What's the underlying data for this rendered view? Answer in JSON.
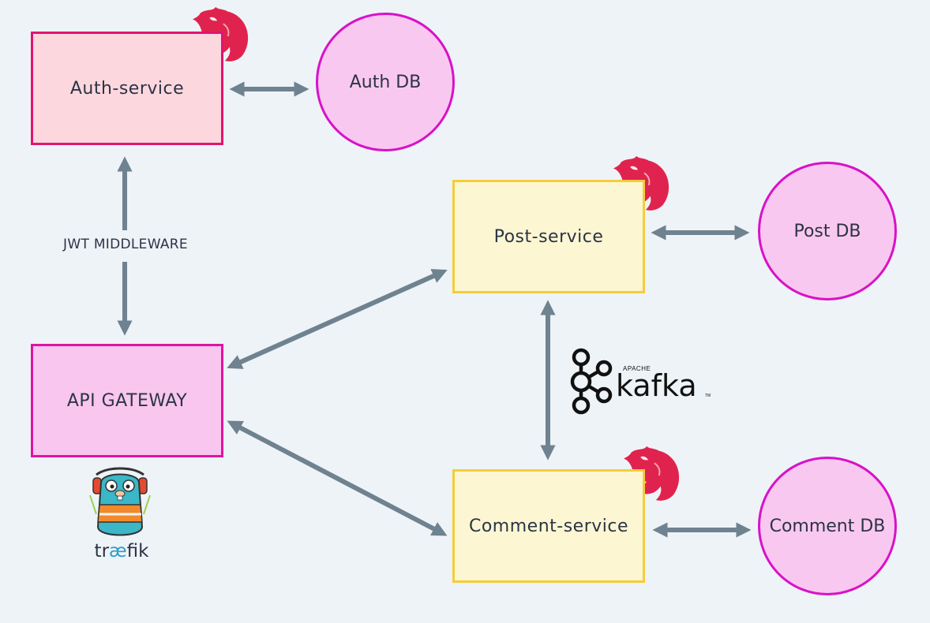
{
  "nodes": {
    "auth_service": "Auth-service",
    "api_gateway": "API GATEWAY",
    "post_service": "Post-service",
    "comment_service": "Comment-service",
    "auth_db": "Auth DB",
    "post_db": "Post DB",
    "comment_db": "Comment DB"
  },
  "edge_labels": {
    "jwt_middleware": "JWT MIDDLEWARE"
  },
  "logos": {
    "kafka_small": "APACHE",
    "kafka_word": "kafka",
    "kafka_tm": "TM",
    "traefik_pre": "tr",
    "traefik_ae": "æ",
    "traefik_post": "fik",
    "nestjs_icon": "nestjs-logo-icon",
    "gopher_icon": "traefik-gopher-icon"
  },
  "colors": {
    "background": "#eef3f7",
    "arrow": "#6f8290",
    "nest_red": "#e0234e",
    "auth_fill": "#fcd7de",
    "auth_border": "#e2146e",
    "gateway_fill": "#f9c6ef",
    "gateway_border": "#e0149f",
    "service_fill": "#fdf6d3",
    "service_border": "#f4cd39",
    "db_fill": "#f9c8f1",
    "db_border": "#d812c7"
  }
}
